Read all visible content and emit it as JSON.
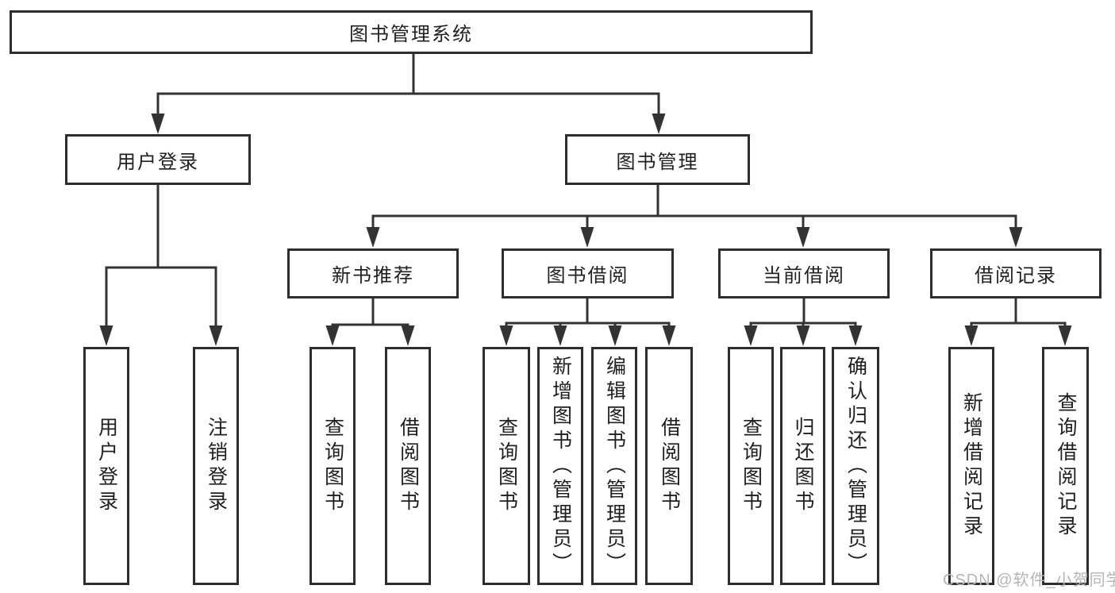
{
  "diagram": {
    "root": {
      "label": "图书管理系统"
    },
    "level2": [
      {
        "label": "用户登录"
      },
      {
        "label": "图书管理"
      }
    ],
    "level3": [
      {
        "label": "新书推荐"
      },
      {
        "label": "图书借阅"
      },
      {
        "label": "当前借阅"
      },
      {
        "label": "借阅记录"
      }
    ],
    "leaves": [
      {
        "label": "用户登录"
      },
      {
        "label": "注销登录"
      },
      {
        "label": "查询图书"
      },
      {
        "label": "借阅图书"
      },
      {
        "label": "查询图书"
      },
      {
        "label": "新增图书（管理员）"
      },
      {
        "label": "编辑图书（管理员）"
      },
      {
        "label": "借阅图书"
      },
      {
        "label": "查询图书"
      },
      {
        "label": "归还图书"
      },
      {
        "label": "确认归还（管理员）"
      },
      {
        "label": "新增借阅记录"
      },
      {
        "label": "查询借阅记录"
      }
    ]
  },
  "watermark": {
    "text": "CSDN @软件_小贺同学"
  },
  "colors": {
    "line": "#333333",
    "box_border": "#2d2d2d",
    "text": "#1f1f1f",
    "watermark": "#b5b5b5",
    "background": "#ffffff"
  }
}
